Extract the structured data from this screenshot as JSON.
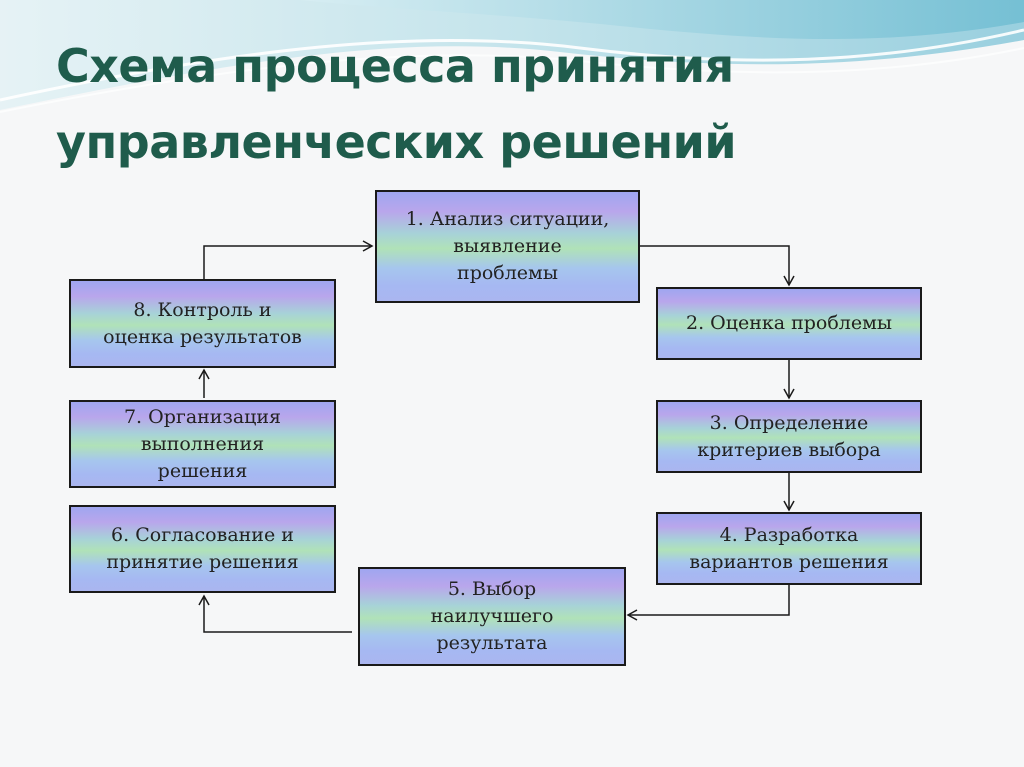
{
  "slide": {
    "title_line1": "Схема процесса принятия",
    "title_line2": "управленческих решений"
  },
  "colors": {
    "title": "#1f5c4c",
    "box_border": "#1a1a1a",
    "wave_light": "#cfe9ef",
    "wave_dark": "#7cc3d6"
  },
  "steps": [
    {
      "label": "1. Анализ ситуации,\nвыявление\nпроблемы"
    },
    {
      "label": "2. Оценка проблемы"
    },
    {
      "label": "3. Определение\nкритериев выбора"
    },
    {
      "label": "4. Разработка\nвариантов решения"
    },
    {
      "label": "5. Выбор\nнаилучшего\nрезультата"
    },
    {
      "label": "6. Согласование и\nпринятие решения"
    },
    {
      "label": "7. Организация\nвыполнения\nрешения"
    },
    {
      "label": "8. Контроль и\nоценка результатов"
    }
  ]
}
